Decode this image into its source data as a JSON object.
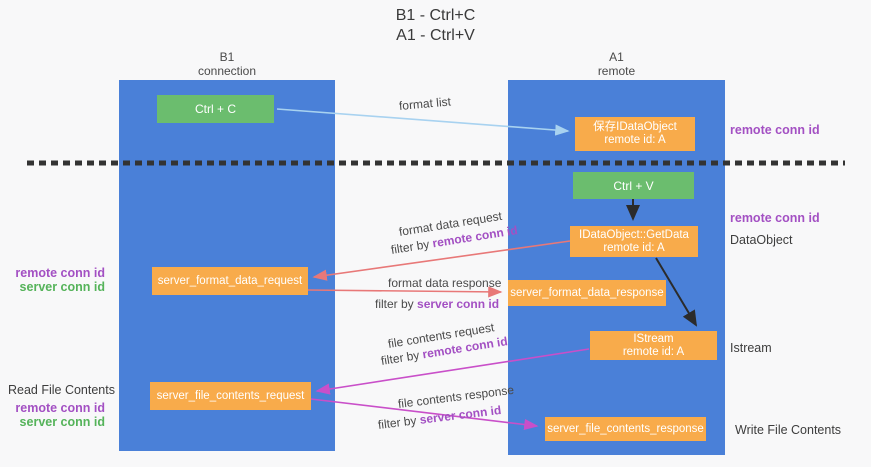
{
  "title": {
    "line1": "B1 - Ctrl+C",
    "line2": "A1 - Ctrl+V"
  },
  "lifelines": {
    "left": {
      "name": "B1",
      "role": "connection"
    },
    "right": {
      "name": "A1",
      "role": "remote"
    }
  },
  "nodes": {
    "ctrl_c": {
      "label": "Ctrl + C"
    },
    "save_idataobject": {
      "line1": "保存IDataObject",
      "line2": "remote id: A"
    },
    "ctrl_v": {
      "label": "Ctrl + V"
    },
    "getdata": {
      "line1": "IDataObject::GetData",
      "line2": "remote id: A"
    },
    "format_request": {
      "label": "server_format_data_request"
    },
    "format_response": {
      "label": "server_format_data_response"
    },
    "istream": {
      "line1": "IStream",
      "line2": "remote id: A"
    },
    "file_request": {
      "label": "server_file_contents_request"
    },
    "file_response": {
      "label": "server_file_contents_response"
    }
  },
  "edges": {
    "format_list": {
      "label": "format list"
    },
    "format_data_request": {
      "label": "format data request",
      "filter_prefix": "filter by ",
      "filter_key": "remote conn id"
    },
    "format_data_response": {
      "label": "format data response",
      "filter_prefix": "filter by ",
      "filter_key": "server conn id"
    },
    "file_contents_request": {
      "label": "file contents request",
      "filter_prefix": "filter by ",
      "filter_key": "remote conn id"
    },
    "file_contents_response": {
      "label": "file contents response",
      "filter_prefix": "filter by ",
      "filter_key": "server conn id"
    }
  },
  "side_labels": {
    "right_top_remote_conn_id": "remote conn id",
    "right_mid_remote_conn_id": "remote conn id",
    "dataobject": "DataObject",
    "istream": "Istream",
    "write_file_contents": "Write File Contents",
    "left_format_remote_conn_id": "remote conn id",
    "left_format_server_conn_id": "server conn id",
    "read_file_contents": "Read File Contents",
    "left_file_remote_conn_id": "remote conn id",
    "left_file_server_conn_id": "server conn id"
  },
  "colors": {
    "lifeline_blue": "#4a80d8",
    "node_green": "#6bbd6e",
    "node_orange": "#f8ab4b",
    "arrow_red": "#e87878",
    "arrow_magenta": "#c94fc9",
    "arrow_lightblue": "#a8d2f0",
    "arrow_black": "#2b2b2b",
    "text_purple": "#a350c3",
    "text_green": "#55b35a",
    "background": "#f8f8f9"
  }
}
